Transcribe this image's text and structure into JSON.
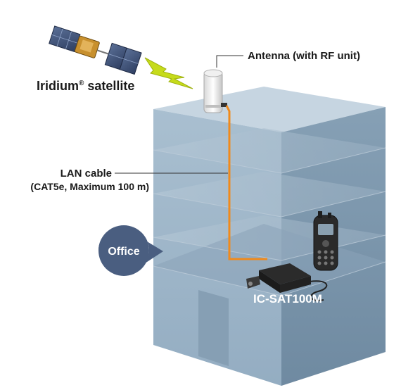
{
  "labels": {
    "antenna": "Antenna (with RF unit)",
    "satellite": "Iridium",
    "satellite_mark": "®",
    "satellite_suffix": " satellite",
    "lan_cable_line1": "LAN cable",
    "lan_cable_line2": "(CAT5e, Maximum 100 m)",
    "office": "Office",
    "device": "IC-SAT100M"
  },
  "colors": {
    "cable": "#f08a1c",
    "office_badge": "#4a5e80",
    "lightning": "#c8dc1e",
    "building_front": "#9fb6c9",
    "building_side": "#7c95aa",
    "building_top": "#c4d4e0"
  }
}
